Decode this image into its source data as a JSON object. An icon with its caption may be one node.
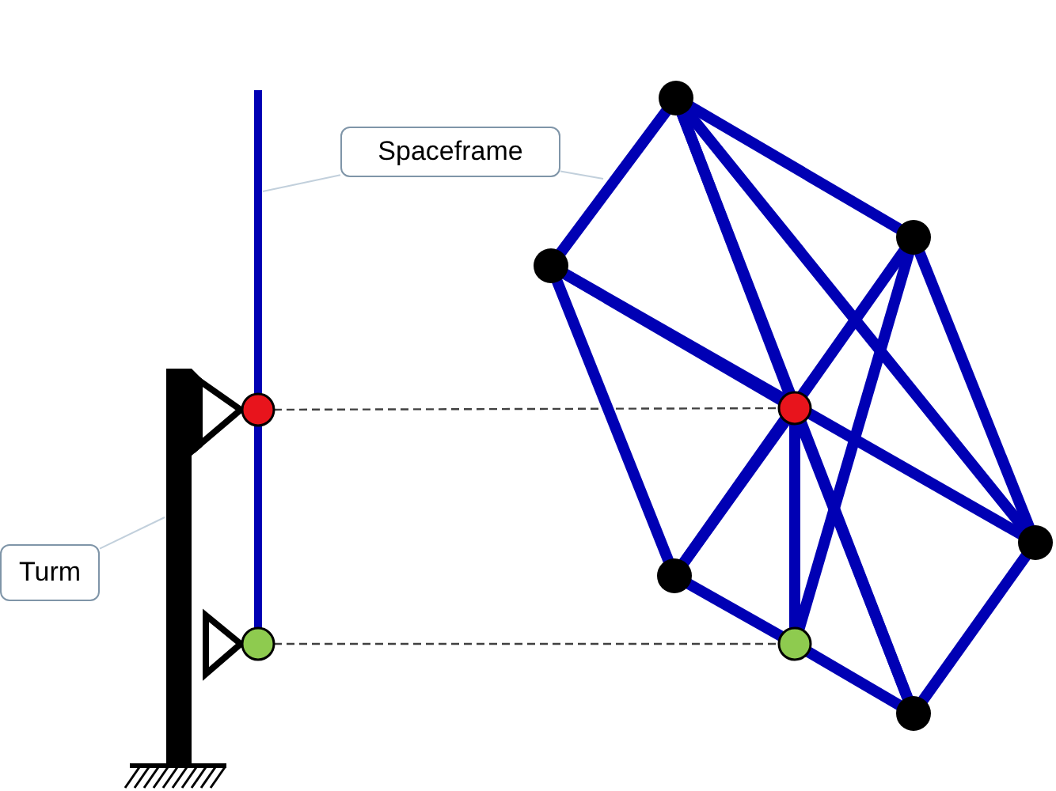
{
  "diagram": {
    "nodes": [
      {
        "text": [
          "Spaceframe"
        ]
      },
      {
        "text": [
          "Turm"
        ]
      },
      {
        "text": [],
        "shape": "bar"
      },
      {
        "text": [],
        "shape": "picture"
      },
      {
        "text": [],
        "shape": "bar"
      },
      {
        "text": [],
        "shape": "circle"
      },
      {
        "text": [],
        "shape": "circle"
      },
      {
        "text": [],
        "shape": "circle",
        "in": 3
      },
      {
        "text": [],
        "shape": "circle",
        "in": 3
      }
    ],
    "edges": [
      {
        "from": 0,
        "to": 2,
        "arrow": "none"
      },
      {
        "from": 0,
        "to": 3,
        "arrow": "none"
      },
      {
        "from": 1,
        "to": 4,
        "arrow": "none"
      },
      {
        "from": 5,
        "to": 7,
        "arrow": "none",
        "style": "dashed",
        "color": "#404040"
      },
      {
        "from": 6,
        "to": 8,
        "arrow": "none",
        "style": "dashed",
        "color": "#404040"
      }
    ]
  }
}
